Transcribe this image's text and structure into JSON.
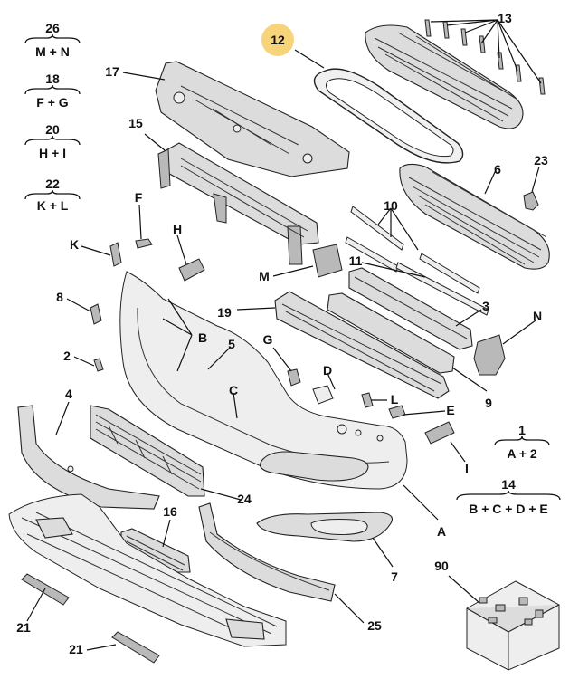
{
  "colors": {
    "highlight": "#f7d37a",
    "part_fill": "#dcdcdc",
    "part_dark": "#b9b9b9",
    "ink": "#111111"
  },
  "groups": [
    {
      "number": "26",
      "members": "M + N"
    },
    {
      "number": "18",
      "members": "F + G"
    },
    {
      "number": "20",
      "members": "H + I"
    },
    {
      "number": "22",
      "members": "K + L"
    },
    {
      "number": "1",
      "members": "A + 2"
    },
    {
      "number": "14",
      "members": "B + C + D + E"
    }
  ],
  "highlighted_part": "12",
  "callouts": {
    "p12": "12",
    "p13": "13",
    "p17": "17",
    "p15": "15",
    "p6": "6",
    "p23": "23",
    "p10": "10",
    "pF": "F",
    "pK": "K",
    "pH": "H",
    "pM": "M",
    "p11": "11",
    "p8": "8",
    "pB": "B",
    "p19": "19",
    "p3": "3",
    "pN": "N",
    "pG": "G",
    "p5": "5",
    "p2": "2",
    "pD": "D",
    "pL": "L",
    "pC": "C",
    "pE": "E",
    "p9": "9",
    "p4": "4",
    "pI": "I",
    "pA": "A",
    "p24": "24",
    "p16": "16",
    "p7": "7",
    "p90": "90",
    "p21a": "21",
    "p21b": "21",
    "p25": "25"
  }
}
